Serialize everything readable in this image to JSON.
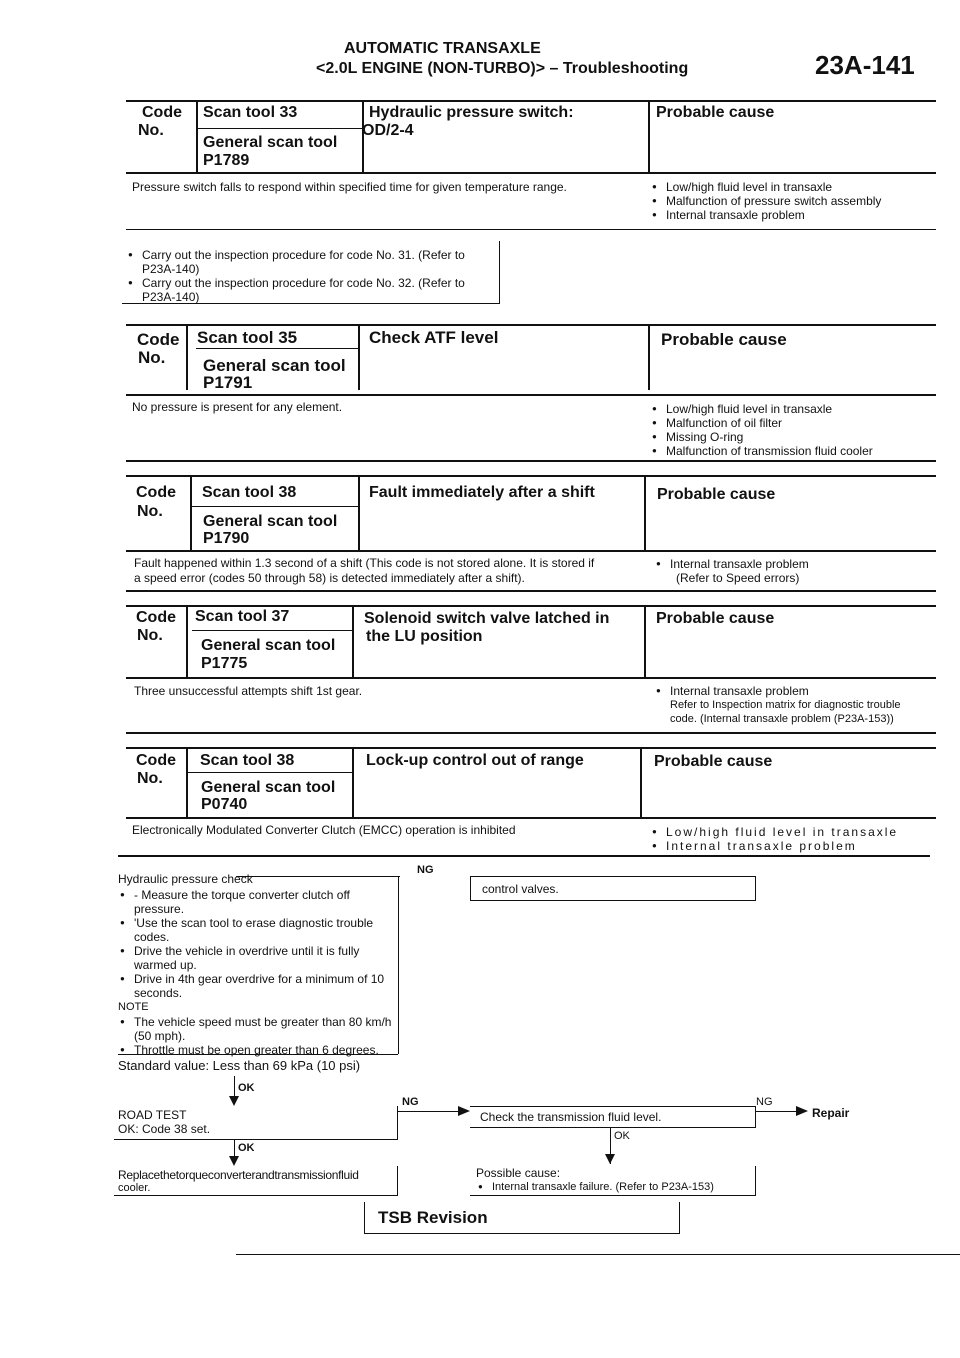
{
  "header": {
    "title": "AUTOMATIC TRANSAXLE",
    "subtitle_prefix": "<2.0L",
    "subtitle_engine": "ENGINE (NON-TURBO)>",
    "subtitle_dash": "–",
    "subtitle_section": "Troubleshooting",
    "page_number": "23A-141"
  },
  "code_label": "Code",
  "no_label": "No.",
  "probable_cause_label": "Probable cause",
  "general_scan_label": "General scan tool",
  "sections": [
    {
      "scan_tool": "Scan tool 33",
      "general_code": "P1789",
      "title_line1": "Hydraulic pressure switch:",
      "title_line2": "OD/2-4",
      "description": "Pressure switch falls to respond within specified time for given temperature range.",
      "causes": [
        "Low/high fluid level in transaxle",
        "Malfunction of pressure switch assembly",
        "Internal transaxle problem"
      ],
      "actions": [
        "Carry out the inspection procedure for code No. 31. (Refer to P23A-140)",
        "Carry out the inspection procedure for code No. 32. (Refer to P23A-140)"
      ]
    },
    {
      "scan_tool": "Scan tool 35",
      "general_code": "P1791",
      "title_line1": "Check ATF level",
      "description": "No pressure is present for any element.",
      "causes": [
        "Low/high fluid level in transaxle",
        "Malfunction of oil filter",
        "Missing O-ring",
        "Malfunction of transmission fluid cooler"
      ]
    },
    {
      "scan_tool": "Scan tool 38",
      "general_code": "P1790",
      "title_line1": "Fault immediately after a shift",
      "description_line1": "Fault happened within 1.3 second of a shift (This code is not stored alone. It is stored if",
      "description_line2": "a speed error (codes 50 through 58) is detected immediately after a shift).",
      "causes": [
        "Internal transaxle problem"
      ],
      "cause_note": "(Refer to Speed errors)"
    },
    {
      "scan_tool": "Scan tool 37",
      "general_code": "P1775",
      "title_line1": "Solenoid switch valve latched in",
      "title_line2": "the LU position",
      "description": "Three unsuccessful attempts shift 1st gear.",
      "causes": [
        "Internal transaxle problem"
      ],
      "cause_note_1": "Refer to Inspection matrix for diagnostic trouble",
      "cause_note_2": "code. (Internal transaxle problem (P23A-153))"
    },
    {
      "scan_tool": "Scan tool 38",
      "general_code": "P0740",
      "title_line1": "Lock-up control out of range",
      "description": "Electronically Modulated Converter Clutch (EMCC) operation is inhibited",
      "causes": [
        "Low/high fluid level in transaxle",
        "Internal transaxle problem"
      ]
    }
  ],
  "flow": {
    "check_title": "Hydraulic pressure check",
    "check_items": [
      "- Measure the torque converter clutch off pressure.",
      "'Use the scan tool to erase diagnostic trouble codes.",
      "Drive the vehicle in overdrive until it is fully warmed up.",
      "Drive in 4th gear overdrive for a minimum of 10 seconds."
    ],
    "note_label": "NOTE",
    "note_items": [
      "The vehicle speed must be greater than 80 km/h (50 mph).",
      "Throttle must be open greater than 6 degrees."
    ],
    "standard": "Standard value: Less than 69 kPa (10 psi)",
    "ng": "NG",
    "ok": "OK",
    "control_valves": "control valves.",
    "road_test_1": "ROAD TEST",
    "road_test_2": "OK: Code 38 set.",
    "check_fluid": "Check the transmission fluid level.",
    "repair": "Repair",
    "replace_1": "Replacethetorqueconverterandtransmissionfluid",
    "replace_2": "cooler.",
    "possible_cause_1": "Possible cause:",
    "possible_cause_2": "Internal transaxle failure. (Refer to P23A-153)",
    "tsb": "TSB Revision"
  }
}
